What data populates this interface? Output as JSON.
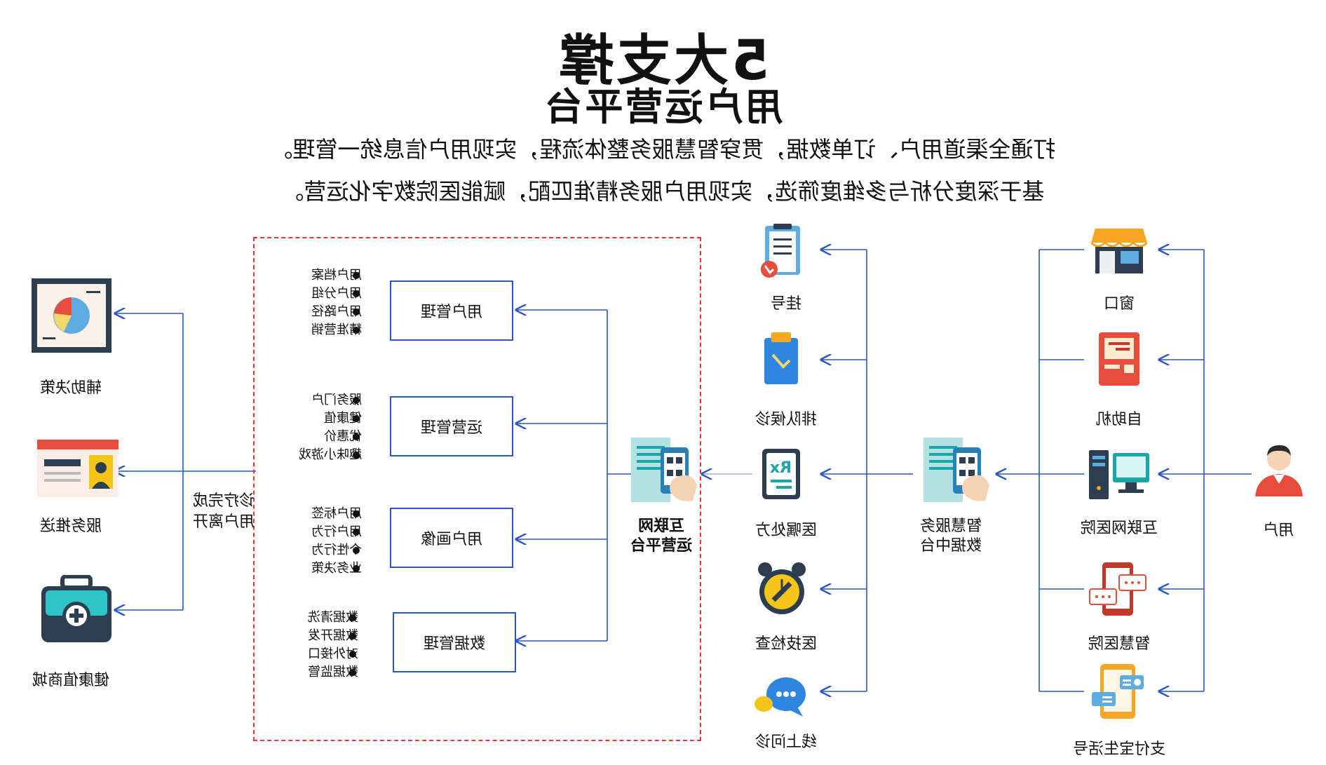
{
  "title": {
    "line1": "5大支撑",
    "line2": "用户运营平台"
  },
  "subtitle": {
    "line1": "打通全渠道用户、订单数据，贯穿智慧服务整体流程，实现用户信息统一管理。",
    "line2": "基于深度分析与多维度筛选，实现用户服务精准匹配，赋能医院数字化运营。"
  },
  "user": {
    "label": "用户",
    "icon": "user-icon"
  },
  "channels": [
    {
      "label": "窗口",
      "icon": "shop-window-icon"
    },
    {
      "label": "自助机",
      "icon": "kiosk-icon"
    },
    {
      "label": "互联网医院",
      "icon": "computer-icon"
    },
    {
      "label": "智慧医院",
      "icon": "smart-phone-chat-icon"
    },
    {
      "label": "支付宝生活号",
      "icon": "mobile-app-icon"
    }
  ],
  "data_center": {
    "label_line1": "智慧服务",
    "label_line2": "数据中台",
    "icon": "qr-scan-phone-icon"
  },
  "services": [
    {
      "label": "挂号",
      "icon": "registration-clipboard-icon"
    },
    {
      "label": "排队候诊",
      "icon": "queue-card-icon"
    },
    {
      "label": "医嘱处方",
      "icon": "prescription-rx-icon"
    },
    {
      "label": "医技检查",
      "icon": "alarm-clock-icon"
    },
    {
      "label": "线上问诊",
      "icon": "chat-bubble-icon"
    }
  ],
  "platform": {
    "label_line1": "互联网",
    "label_line2": "运营平台",
    "icon": "qr-scan-phone-icon"
  },
  "modules": [
    {
      "name": "用户管理",
      "items": [
        "用户档案",
        "用户分组",
        "用户路径",
        "精准营销"
      ]
    },
    {
      "name": "运营管理",
      "items": [
        "服务门户",
        "健康值",
        "优惠价",
        "趣味小游戏"
      ]
    },
    {
      "name": "用户画像",
      "items": [
        "用户标签",
        "用户行为",
        "个性行为",
        "业务决策"
      ]
    },
    {
      "name": "数据管理",
      "items": [
        "数据清洗",
        "数据开发",
        "对外接口",
        "数据监管"
      ]
    }
  ],
  "flow_note": {
    "line1": "诊疗完成",
    "line2": "用户离开"
  },
  "outputs": [
    {
      "label": "辅助决策",
      "icon": "pie-chart-report-icon"
    },
    {
      "label": "服务推送",
      "icon": "profile-card-icon"
    },
    {
      "label": "健康值商城",
      "icon": "medical-kit-icon"
    }
  ],
  "colors": {
    "line": "#2a56c6",
    "dashed_border": "#e33333",
    "accent_teal": "#1aa6a8",
    "accent_orange": "#f5a623",
    "accent_red": "#e74c3c"
  }
}
